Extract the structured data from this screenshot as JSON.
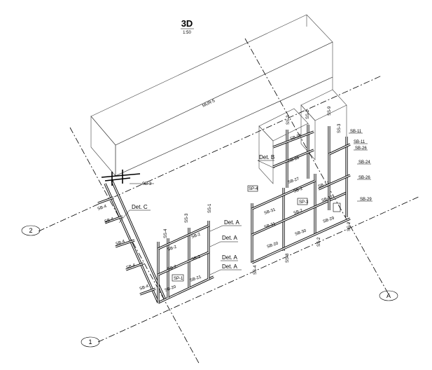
{
  "title": "3D",
  "scale": "1:50",
  "wall_label": "MUR-5",
  "grid_labels": {
    "g1": "1",
    "g2": "2",
    "gA": "A"
  },
  "details": {
    "a": "Det. A",
    "b": "Det. B",
    "c": "Det. C"
  },
  "panels": {
    "sp1": "SP-1",
    "sp3": "SP-3",
    "sp4": "SP-4"
  },
  "labels": {
    "sb3": "SB-3",
    "sb4": "SB-4",
    "sb2": "SB-2",
    "sb20": "SB-20",
    "sb21": "SB-21",
    "sb26": "SB-26",
    "sb27": "SB-27",
    "sb28": "SB-28",
    "sb29": "SB-29",
    "sb30": "SB-30",
    "sb31": "SB-31",
    "sb11": "SB-11",
    "sb12": "SB-12",
    "sb24": "SB-24",
    "ss1": "SS-1",
    "ss2": "SS-2",
    "ss3": "SS-3",
    "ss4": "SS-4",
    "ss8": "SS-8",
    "ss9": "SS-9"
  }
}
